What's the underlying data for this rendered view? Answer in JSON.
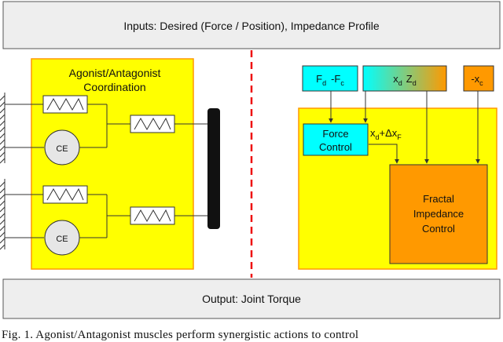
{
  "colors": {
    "banner_fill": "#eeeeee",
    "panel_fill": "#ffff00",
    "panel_border": "#ff9900",
    "cyan": "#00ffff",
    "orange": "#ff9900",
    "fractal_fill": "#ff9900",
    "divider": "#ee1111",
    "bar": "#111111"
  },
  "inputs_banner": "Inputs: Desired (Force / Position), Impedance Profile",
  "output_banner": "Output: Joint Torque",
  "left_panel": {
    "title_line1": "Agonist/Antagonist",
    "title_line2": "Coordination",
    "ce_label_top": "CE",
    "ce_label_bottom": "CE"
  },
  "right_panel": {
    "force_input": {
      "f1": "F",
      "f1_sub": "d",
      "minus": "-F",
      "f2_sub": "c"
    },
    "position_input": {
      "x": "x",
      "x_sub": "d",
      "z": "Z",
      "z_sub": "d"
    },
    "xc_input": {
      "label": "-x",
      "sub": "c"
    },
    "force_control_line1": "Force",
    "force_control_line2": "Control",
    "delta_label": {
      "x": "x",
      "x_sub": "d",
      "plus": "+Δx",
      "f_sub": "F"
    },
    "fractal_line1": "Fractal",
    "fractal_line2": "Impedance",
    "fractal_line3": "Control"
  },
  "caption": "Fig. 1.   Agonist/Antagonist muscles perform synergistic actions to control"
}
